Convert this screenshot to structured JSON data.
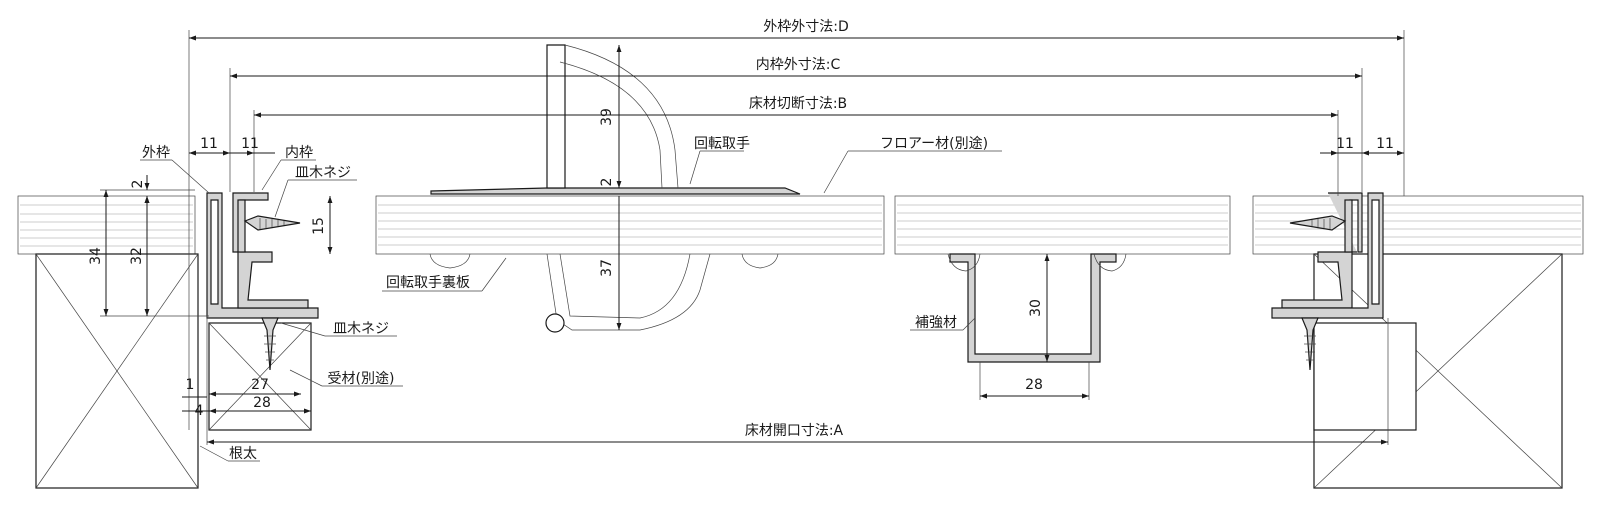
{
  "dimensions": {
    "D": "外枠外寸法:D",
    "C": "内枠外寸法:C",
    "B": "床材切断寸法:B",
    "A": "床材開口寸法:A"
  },
  "labels": {
    "outer_frame": "外枠",
    "inner_frame": "内枠",
    "screw_top": "皿木ネジ",
    "screw_bottom": "皿木ネジ",
    "handle": "回転取手",
    "flooring": "フロアー材(別途)",
    "handle_back_plate": "回転取手裏板",
    "reinforcement": "補強材",
    "receiver": "受材(別途)",
    "joist": "根太"
  },
  "numbers": {
    "left_11a": "11",
    "left_11b": "11",
    "right_11a": "11",
    "right_11b": "11",
    "n2_left": "2",
    "n15": "15",
    "n34": "34",
    "n32": "32",
    "n1": "1",
    "n4": "4",
    "n27": "27",
    "n28_left": "28",
    "n39": "39",
    "n2_handle": "2",
    "n37": "37",
    "n30": "30",
    "n28_mid": "28"
  }
}
